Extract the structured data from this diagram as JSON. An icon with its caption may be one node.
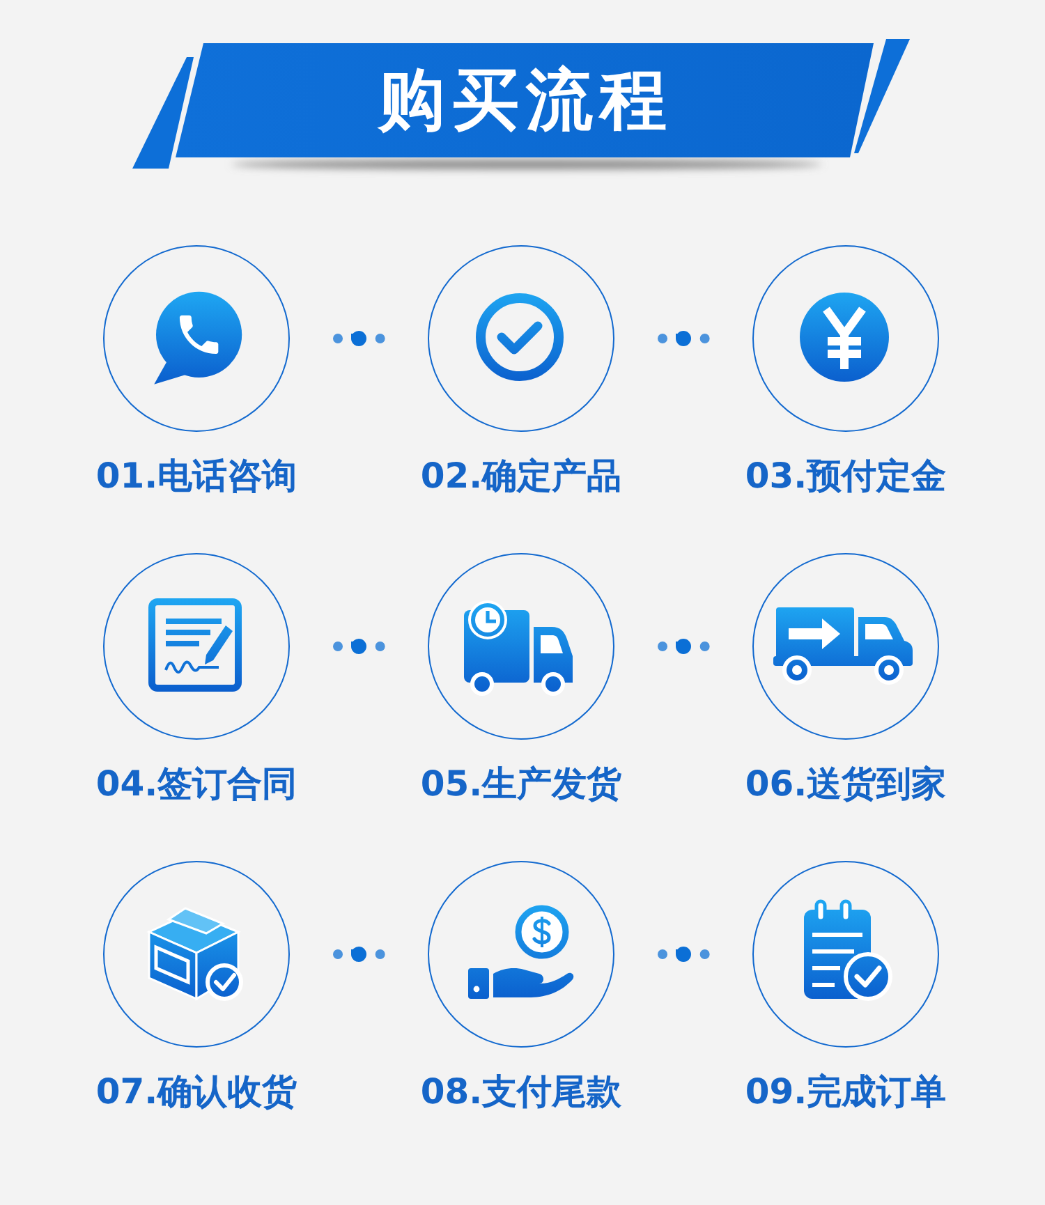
{
  "diagram": {
    "title": "购买流程",
    "nodes": [
      {
        "text": [
          "01.电话咨询"
        ]
      },
      {
        "text": [
          "02.确定产品"
        ]
      },
      {
        "text": [
          "03.预付定金"
        ]
      },
      {
        "text": [
          "04.签订合同"
        ]
      },
      {
        "text": [
          "05.生产发货"
        ]
      },
      {
        "text": [
          "06.送货到家"
        ]
      },
      {
        "text": [
          "07.确认收货"
        ]
      },
      {
        "text": [
          "08.支付尾款"
        ]
      },
      {
        "text": [
          "09.完成订单"
        ]
      }
    ],
    "edges": [
      {
        "from": 0,
        "to": 1,
        "arrow": "none"
      },
      {
        "from": 1,
        "to": 2,
        "arrow": "none"
      },
      {
        "from": 3,
        "to": 4,
        "arrow": "none"
      },
      {
        "from": 4,
        "to": 5,
        "arrow": "none"
      },
      {
        "from": 6,
        "to": 7,
        "arrow": "none"
      },
      {
        "from": 7,
        "to": 8,
        "arrow": "none"
      }
    ]
  }
}
